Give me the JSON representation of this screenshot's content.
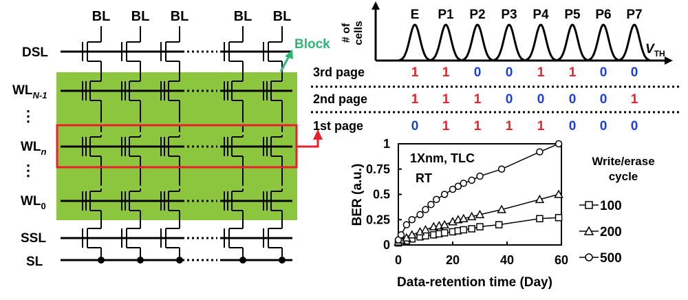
{
  "circuit": {
    "bl_labels": [
      "BL",
      "BL",
      "BL",
      "BL",
      "BL"
    ],
    "row_labels": [
      {
        "main": "DSL",
        "sub": ""
      },
      {
        "main": "WL",
        "sub": "N-1"
      },
      {
        "main": "WL",
        "sub": "n"
      },
      {
        "main": "WL",
        "sub": "0"
      },
      {
        "main": "SSL",
        "sub": ""
      },
      {
        "main": "SL",
        "sub": ""
      }
    ],
    "block_label": "Block",
    "colors": {
      "block_fill": "#8cc63f",
      "highlight": "#e8202a",
      "block_label": "#2bb673"
    }
  },
  "distribution": {
    "yaxis_label_line1": "# of",
    "yaxis_label_line2": "cells",
    "xaxis_label": "V",
    "xaxis_label_sub": "TH",
    "states": [
      "E",
      "P1",
      "P2",
      "P3",
      "P4",
      "P5",
      "P6",
      "P7"
    ],
    "pages": [
      {
        "label": "3rd page",
        "bits": [
          1,
          1,
          0,
          0,
          1,
          1,
          0,
          0
        ]
      },
      {
        "label": "2nd page",
        "bits": [
          1,
          1,
          1,
          0,
          0,
          0,
          0,
          1
        ]
      },
      {
        "label": "1st page",
        "bits": [
          0,
          1,
          1,
          1,
          1,
          0,
          0,
          0
        ]
      }
    ],
    "colors": {
      "bit1": "#e8202a",
      "bit0": "#1b3fd6"
    }
  },
  "chart_data": {
    "type": "scatter",
    "annotation_line1": "1Xnm, TLC",
    "annotation_line2": "RT",
    "xlabel": "Data-retention time (Day)",
    "ylabel": "BER (a.u.)",
    "xlim": [
      0,
      60
    ],
    "ylim": [
      0,
      1
    ],
    "xticks": [
      0,
      20,
      40,
      60
    ],
    "yticks": [
      0,
      0.25,
      0.5,
      0.75,
      1
    ],
    "ytick_labels": [
      "0",
      "0.25",
      "0.5",
      "0.75",
      "1"
    ],
    "legend_title_line1": "Write/erase",
    "legend_title_line2": "cycle",
    "series": [
      {
        "name": "100",
        "marker": "square",
        "x": [
          0,
          1,
          3,
          5,
          8,
          10,
          13,
          15,
          17,
          20,
          22,
          24,
          27,
          30,
          37,
          52,
          59
        ],
        "y": [
          0.02,
          0.03,
          0.04,
          0.06,
          0.08,
          0.09,
          0.1,
          0.11,
          0.12,
          0.13,
          0.14,
          0.15,
          0.16,
          0.18,
          0.2,
          0.26,
          0.27
        ]
      },
      {
        "name": "200",
        "marker": "triangle",
        "x": [
          0,
          1,
          3,
          5,
          8,
          10,
          13,
          15,
          17,
          20,
          22,
          24,
          27,
          30,
          38,
          52,
          59
        ],
        "y": [
          0.03,
          0.05,
          0.07,
          0.1,
          0.13,
          0.15,
          0.18,
          0.19,
          0.2,
          0.23,
          0.25,
          0.26,
          0.28,
          0.3,
          0.35,
          0.45,
          0.5
        ]
      },
      {
        "name": "500",
        "marker": "circle",
        "x": [
          0,
          1,
          3,
          5,
          8,
          10,
          12,
          14,
          17,
          20,
          22,
          24,
          27,
          30,
          38,
          52,
          59
        ],
        "y": [
          0.05,
          0.1,
          0.2,
          0.25,
          0.3,
          0.35,
          0.4,
          0.45,
          0.5,
          0.55,
          0.58,
          0.61,
          0.64,
          0.68,
          0.75,
          0.92,
          1.0
        ]
      }
    ]
  }
}
